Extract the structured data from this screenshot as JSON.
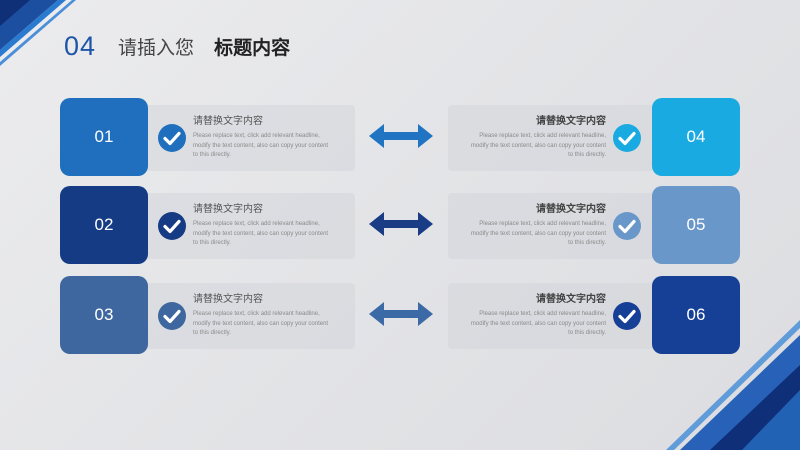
{
  "header": {
    "number": "04",
    "subtitle": "请插入您",
    "title": "标题内容"
  },
  "colors": {
    "tile_01": "#1f6fbe",
    "tile_02": "#153b84",
    "tile_03": "#3d679e",
    "tile_04": "#1aaae2",
    "tile_05": "#6a97c9",
    "tile_06": "#163f96",
    "arrow_1": "#2174c1",
    "arrow_2": "#1a3c84",
    "arrow_3": "#3b6aa6"
  },
  "items": [
    {
      "number": "01",
      "heading": "请替换文字内容",
      "body": [
        "Please replace text, click add relevant headline,",
        "modify the text content, also can copy your content",
        "to this directly."
      ]
    },
    {
      "number": "02",
      "heading": "请替换文字内容",
      "body": [
        "Please replace text, click add relevant headline,",
        "modify the text content, also can copy your content",
        "to this directly."
      ]
    },
    {
      "number": "03",
      "heading": "请替换文字内容",
      "body": [
        "Please replace text, click add relevant headline,",
        "modify the text content, also can copy your content",
        "to this directly."
      ]
    },
    {
      "number": "04",
      "heading": "请替换文字内容",
      "body": [
        "Please replace text, click add relevant headline,",
        "modify the text content, also can copy your content",
        "to this directly."
      ]
    },
    {
      "number": "05",
      "heading": "请替换文字内容",
      "body": [
        "Please replace text, click add relevant headline,",
        "modify the text content, also can copy your content",
        "to this directly."
      ]
    },
    {
      "number": "06",
      "heading": "请替换文字内容",
      "body": [
        "Please replace text, click add relevant headline,",
        "modify the text content, also can copy your content",
        "to this directly."
      ]
    }
  ]
}
